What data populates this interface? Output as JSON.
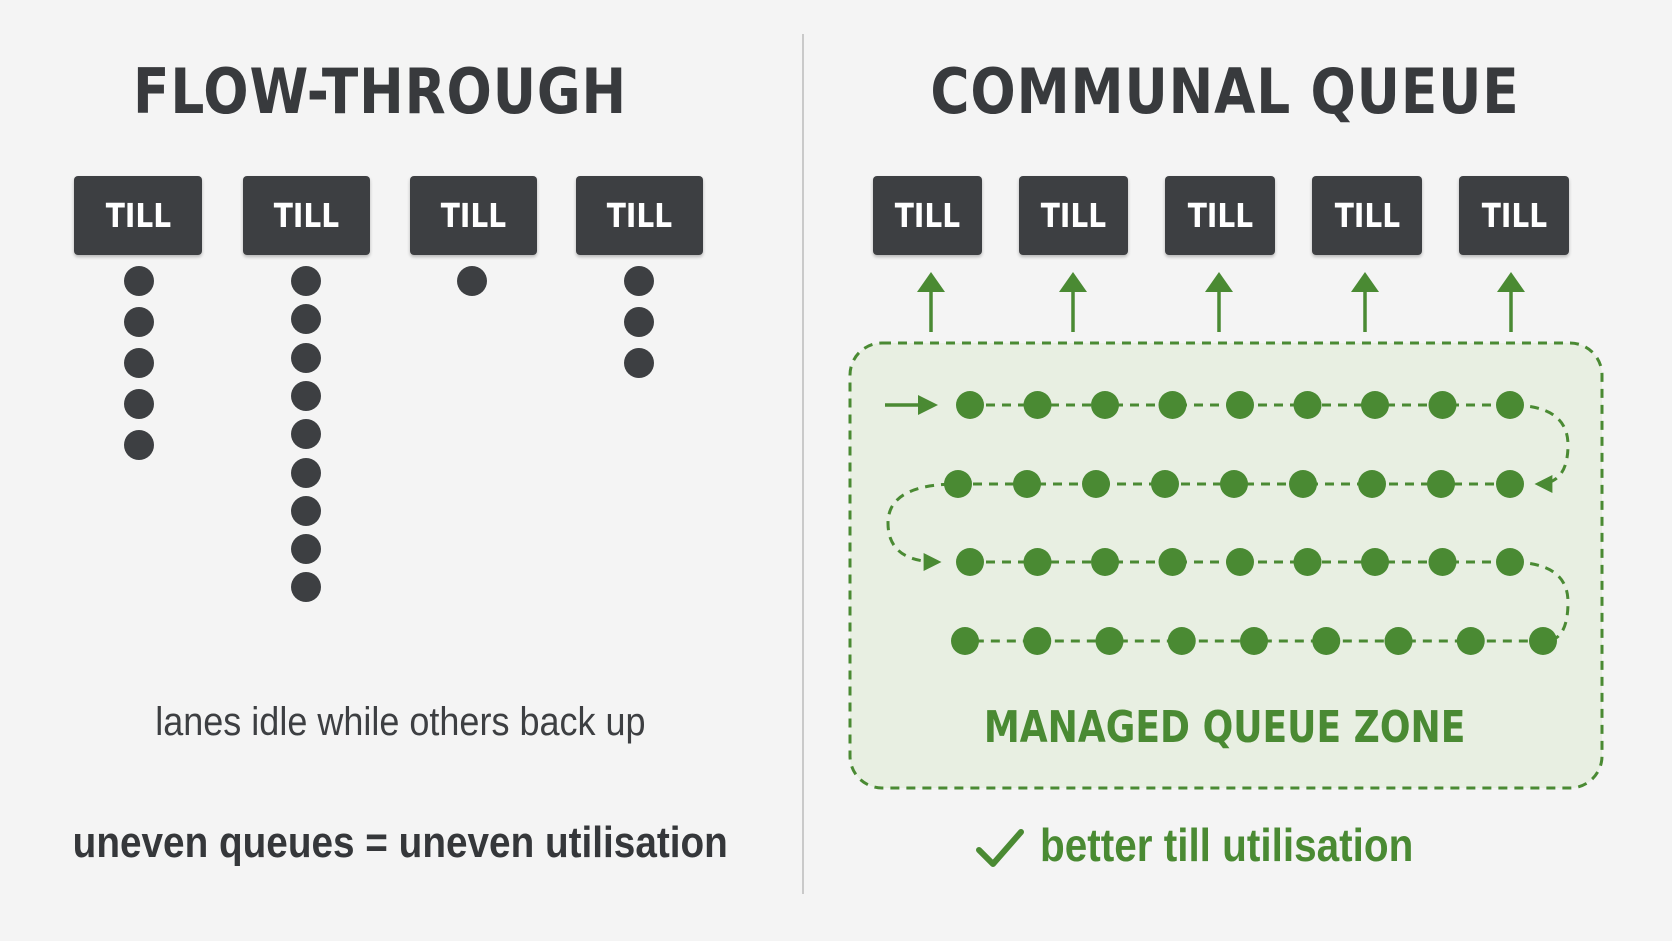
{
  "left_panel": {
    "title": "FLOW-THROUGH",
    "till_label": "TILL",
    "lanes": [
      {
        "queue_length": 5
      },
      {
        "queue_length": 9
      },
      {
        "queue_length": 1
      },
      {
        "queue_length": 3
      }
    ],
    "caption_idle": "lanes idle while others back up",
    "caption_uneven": "uneven queues = uneven utilisation"
  },
  "right_panel": {
    "title": "COMMUNAL QUEUE",
    "till_label": "TILL",
    "till_count": 5,
    "queue_rows": [
      9,
      9,
      9,
      9
    ],
    "zone_label": "MANAGED QUEUE ZONE",
    "result_label": "better till utilisation"
  },
  "colors": {
    "dark": "#3d3f42",
    "green": "#4a8a33",
    "zone_fill": "#e8efe2"
  },
  "icons": [
    "check-icon",
    "arrow-up-icon"
  ]
}
